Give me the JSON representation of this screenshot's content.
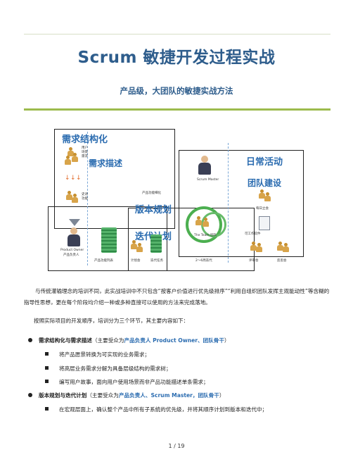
{
  "header": {
    "title": "Scrum 敏捷开发过程实战",
    "subtitle": "产品级，大团队的敏捷实战方法"
  },
  "diagram": {
    "label_requirements": "需求结构化",
    "label_describe": "需求描述",
    "label_release": "版本规划",
    "label_iteration": "迭代计划",
    "label_daily": "日常活动",
    "label_team": "团队建设",
    "tiny_arch": "产品功能细化",
    "tiny_backlog": "产品功能列表",
    "tiny_plan_meeting": "计划会",
    "tiny_iteration_tasks": "迭代任务",
    "tiny_sprint": "2～6周迭代",
    "tiny_review": "评审会",
    "tiny_retro": "反思会",
    "tiny_po": "Product Owner",
    "tiny_po_cn": "产品负责人",
    "tiny_sm": "Scrum Master",
    "tiny_team": "The Team 团队",
    "tiny_standup": "每日立会",
    "tiny_workable": "可工作软件",
    "tiny_user": "用户",
    "tiny_scene": "场景",
    "tiny_need": "需求",
    "tiny_epic": "史诗",
    "tiny_story": "功能"
  },
  "body": {
    "intro": "与传统灌输理念的培训不同，此实战培训中不只包含“按客户价值进行优先级排序”“利用自组织团队发挥主观能动性”等含糊的指导性思想，更在每个阶段均介绍一种或多种直接可以使用的方法来完成落地。",
    "order_line": "按照实际项目的开发顺序，培训分为三个环节，其主要内容如下：",
    "section1": {
      "title": "需求结构化与需求描述",
      "pre": "（主要受众为",
      "roles": "产品负责人 Product Owner、团队骨干",
      "post": "）",
      "items": [
        "将产品愿景转换为可实现的业务需求；",
        "将高层业务需求分解为具备层级结构的需求树；",
        "编写用户故事，面向用户使用场景而非产品功能描述单条需求；"
      ]
    },
    "section2": {
      "title": "版本规划与迭代计划",
      "pre": "（主要受众为",
      "roles": "产品负责人、Scrum Master，团队骨干",
      "post": "）",
      "items": [
        "在宏观层面上，确认整个产品中所有子系统的优先级，并将其顺序计划到版本和迭代中；"
      ]
    }
  },
  "footer": {
    "page": "1 / 19"
  },
  "colors": {
    "title_blue": "#2e5d8c",
    "accent_green": "#9cbb4d",
    "highlight_blue": "#2b6cb0"
  }
}
